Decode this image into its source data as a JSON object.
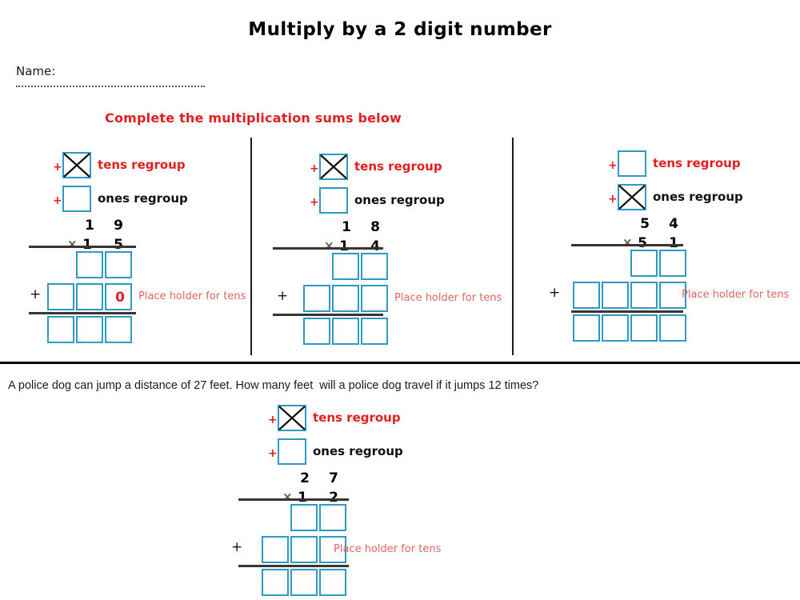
{
  "title": "Multiply by a 2 digit number",
  "name_field": {
    "label": "Name:",
    "value": ""
  },
  "instruction": "Complete the multiplication sums below",
  "labels": {
    "tens_regroup": "tens regroup",
    "ones_regroup": "ones regroup",
    "place_holder": "Place holder for tens",
    "plus": "+",
    "times": "×",
    "zero_placeholder": "0"
  },
  "colors": {
    "box_border": "#2e9ac4",
    "red_text": "#e02020",
    "placeholder_red": "#e06464",
    "rule": "#3a3330",
    "divider": "#1c1c1c"
  },
  "word_problem": "A police dog can jump a distance of 27 feet. How many feet  will a police dog travel if it jumps 12 times?",
  "problems": [
    {
      "id": "problem-1",
      "multiplicand": "19",
      "multiplier": "15",
      "top_digit_tens": "1",
      "top_digit_ones": "9",
      "bottom_digit_tens": "1",
      "bottom_digit_ones": "5",
      "tens_regroup_crossed": true,
      "ones_regroup_crossed": false,
      "partial_boxes": 2,
      "addend_boxes": 3,
      "answer_boxes": 3,
      "zero_shown": true
    },
    {
      "id": "problem-2",
      "multiplicand": "18",
      "multiplier": "14",
      "top_digit_tens": "1",
      "top_digit_ones": "8",
      "bottom_digit_tens": "1",
      "bottom_digit_ones": "4",
      "tens_regroup_crossed": true,
      "ones_regroup_crossed": false,
      "partial_boxes": 2,
      "addend_boxes": 3,
      "answer_boxes": 3,
      "zero_shown": false
    },
    {
      "id": "problem-3",
      "multiplicand": "54",
      "multiplier": "51",
      "top_digit_tens": "5",
      "top_digit_ones": "4",
      "bottom_digit_tens": "5",
      "bottom_digit_ones": "1",
      "tens_regroup_crossed": false,
      "ones_regroup_crossed": true,
      "partial_boxes": 2,
      "addend_boxes": 4,
      "answer_boxes": 4,
      "zero_shown": false
    },
    {
      "id": "problem-4",
      "multiplicand": "27",
      "multiplier": "12",
      "top_digit_tens": "2",
      "top_digit_ones": "7",
      "bottom_digit_tens": "1",
      "bottom_digit_ones": "2",
      "tens_regroup_crossed": true,
      "ones_regroup_crossed": false,
      "partial_boxes": 2,
      "addend_boxes": 3,
      "answer_boxes": 3,
      "zero_shown": false
    }
  ]
}
